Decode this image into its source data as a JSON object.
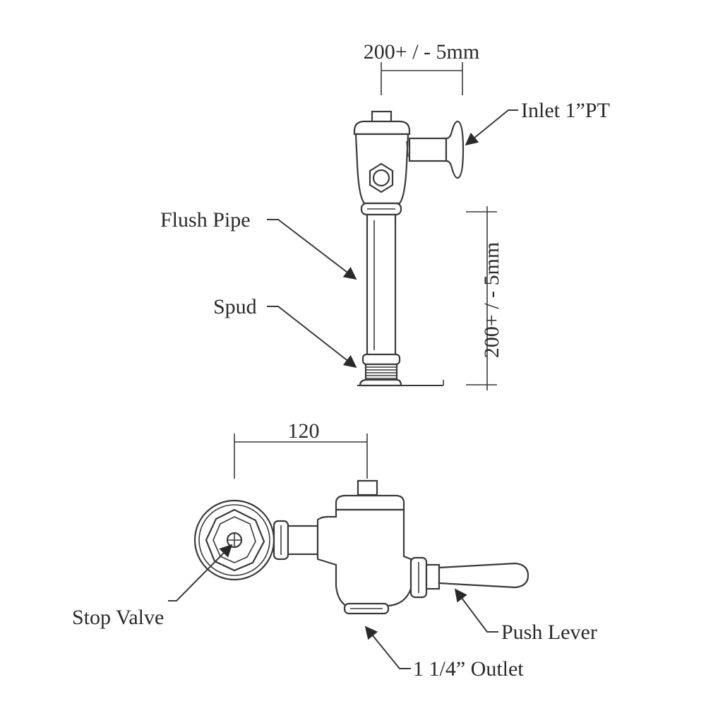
{
  "diagram": {
    "top_view": {
      "dim_horizontal": "200+ / - 5mm",
      "dim_vertical": "200+ / - 5mm",
      "label_inlet": "Inlet 1”PT",
      "label_flush_pipe": "Flush Pipe",
      "label_spud": "Spud"
    },
    "bottom_view": {
      "dim_horizontal": "120",
      "label_stop_valve": "Stop Valve",
      "label_push_lever": "Push Lever",
      "label_outlet": "1 1/4” Outlet"
    }
  }
}
